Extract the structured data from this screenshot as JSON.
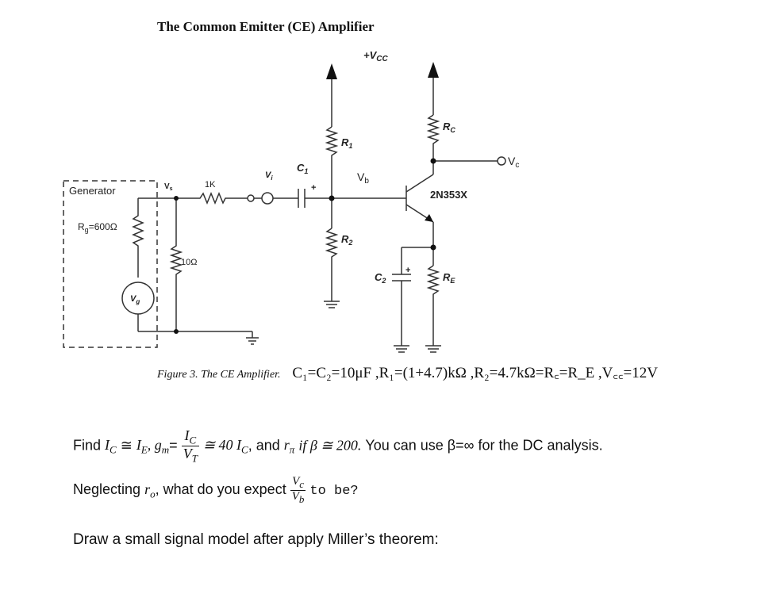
{
  "title": "The Common Emitter (CE) Amplifier",
  "circuit": {
    "generator_label": "Generator",
    "rg_label": "R",
    "rg_sub": "g",
    "rg_value": "=600Ω",
    "vg_label": "V",
    "vg_sub": "g",
    "vs_label": "V",
    "vs_sub": "s",
    "r_1k": "1K",
    "r_10": "10Ω",
    "vi_label": "V",
    "vi_sub": "i",
    "c1_label": "C",
    "c1_sub": "1",
    "plus": "+",
    "vcc_label": "+V",
    "vcc_sub": "CC",
    "r1_label": "R",
    "r1_sub": "1",
    "r2_label": "R",
    "r2_sub": "2",
    "vb_label": "V",
    "vb_sub": "b",
    "rc_label": "R",
    "rc_sub": "C",
    "re_label": "R",
    "re_sub": "E",
    "c2_label": "C",
    "c2_sub": "2",
    "transistor": "2N353X",
    "vc_label": "V",
    "vc_sub": "c"
  },
  "caption": {
    "figure": "Figure 3. The CE Amplifier.",
    "values": "C₁=C₂=10μF ,R₁=(1+4.7)kΩ ,R₂=4.7kΩ=R꜀=R_E ,V꜀꜀=12V"
  },
  "questions": {
    "q1_find": "Find",
    "q1_ic": "I",
    "q1_ic_sub": "C",
    "q1_approx": "≅",
    "q1_ie": "I",
    "q1_ie_sub": "E",
    "q1_gm": ", g",
    "q1_gm_sub": "m",
    "q1_eq": "=",
    "q1_frac_num": "I",
    "q1_frac_num_sub": "C",
    "q1_frac_den": "V",
    "q1_frac_den_sub": "T",
    "q1_mid": "≅ 40 I",
    "q1_mid_sub": "C",
    "q1_and": ", and",
    "q1_rpi": "r",
    "q1_rpi_sub": "π",
    "q1_if": "if β ≅ 200.",
    "q1_tail": "You can use β=∞ for the DC analysis.",
    "q2_pre": "Neglecting",
    "q2_ro": "r",
    "q2_ro_sub": "o",
    "q2_mid": ", what do you expect",
    "q2_frac_num": "V",
    "q2_frac_num_sub": "c",
    "q2_frac_den": "V",
    "q2_frac_den_sub": "b",
    "q2_tail": "to be?",
    "q3": "Draw a small signal model after apply Miller’s theorem:"
  }
}
